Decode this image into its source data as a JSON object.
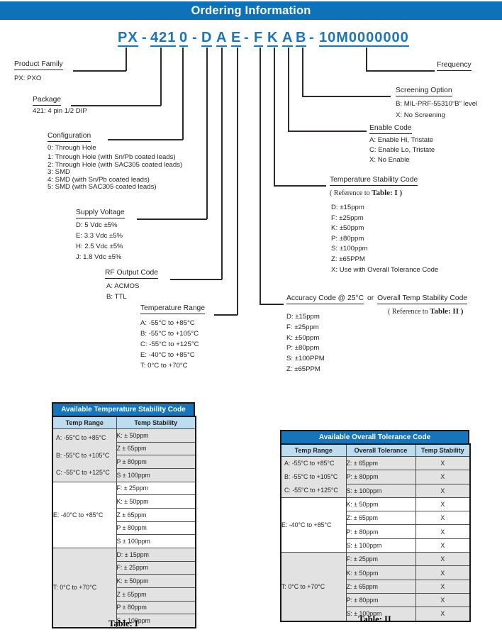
{
  "header": {
    "title": "Ordering Information"
  },
  "part_number": {
    "segments": [
      "PX",
      "-",
      "421",
      "0",
      "-",
      "D",
      "A",
      "E",
      "-",
      "F",
      "K",
      "A",
      "B",
      "-",
      "10M0000000"
    ]
  },
  "fields": {
    "product_family": {
      "label": "Product Family",
      "code": "PX: PXO"
    },
    "package": {
      "label": "Package",
      "code": "421: 4 pin 1/2 DIP"
    },
    "configuration": {
      "label": "Configuration",
      "first": "0: Through Hole",
      "items": [
        "1: Through Hole (with Sn/Pb coated leads)",
        "2: Through Hole (with SAC305 coated leads)",
        "3: SMD",
        "4: SMD (with Sn/Pb coated leads)",
        "5: SMD (with SAC305 coated leads)"
      ]
    },
    "supply_voltage": {
      "label": "Supply Voltage",
      "items": [
        "D: 5 Vdc ±5%",
        "E: 3.3 Vdc ±5%",
        "H: 2.5 Vdc ±5%",
        "J: 1.8 Vdc ±5%"
      ]
    },
    "rf_output_code": {
      "label": "RF Output Code",
      "items": [
        "A: ACMOS",
        "B: TTL"
      ]
    },
    "temperature_range": {
      "label": "Temperature Range",
      "items": [
        "A: -55°C to +85°C",
        "B: -55°C to +105°C",
        "C: -55°C to +125°C",
        "E: -40°C to +85°C",
        "T: 0°C to +70°C"
      ]
    },
    "frequency": {
      "label": "Frequency"
    },
    "screening_option": {
      "label": "Screening Option",
      "items": [
        "B: MIL-PRF-55310“B” level",
        "X: No Screening"
      ]
    },
    "enable_code": {
      "label": "Enable Code",
      "items": [
        "A: Enable Hi, Tristate",
        "C: Enable Lo, Tristate",
        "X: No Enable"
      ]
    },
    "temperature_stability_code": {
      "label": "Temperature Stability Code",
      "ref_prefix": "( Reference to",
      "ref_table": "Table: I )",
      "items": [
        "D: ±15ppm",
        "F: ±25ppm",
        "K: ±50ppm",
        "P: ±80ppm",
        "S: ±100ppm",
        "Z: ±65PPM",
        "X: Use with Overall Tolerance Code"
      ]
    },
    "accuracy_code": {
      "label_a": "Accuracy Code @ 25°C",
      "or": "or",
      "label_b": "Overall Temp Stability Code",
      "ref_prefix": "( Reference to",
      "ref_table": "Table: II )",
      "items": [
        "D: ±15ppm",
        "F: ±25ppm",
        "K: ±50ppm",
        "P: ±80ppm",
        "S: ±100PPM",
        "Z: ±65PPM"
      ]
    }
  },
  "tables": {
    "table1": {
      "title": "Available Temperature Stability Code",
      "columns": [
        "Temp Range",
        "Temp Stability"
      ],
      "caption": "Table: I",
      "groups": [
        {
          "range": [
            "A: -55°C to +85°C",
            "B: -55°C to +105°C",
            "C: -55°C to +125°C"
          ],
          "rows": [
            "K: ± 50ppm",
            "Z ± 65ppm",
            "P ± 80ppm",
            "S ± 100ppm"
          ]
        },
        {
          "range": [
            "E: -40°C to +85°C"
          ],
          "rows": [
            "F: ± 25ppm",
            "K: ± 50ppm",
            "Z ± 65ppm",
            "P ± 80ppm",
            "S ± 100ppm"
          ]
        },
        {
          "range": [
            "T: 0°C to +70°C"
          ],
          "rows": [
            "D: ± 15ppm",
            "F: ± 25ppm",
            "K: ± 50ppm",
            "Z ± 65ppm",
            "P ± 80ppm",
            "S ± 100ppm"
          ]
        }
      ]
    },
    "table2": {
      "title": "Available Overall Tolerance Code",
      "columns": [
        "Temp Range",
        "Overall Tolerance",
        "Temp Stability"
      ],
      "caption": "Table: II",
      "groups": [
        {
          "range": [
            "A: -55°C to +85°C",
            "B: -55°C to +105°C",
            "C: -55°C to +125°C"
          ],
          "rows": [
            {
              "tol": "Z: ± 65ppm",
              "mark": "X"
            },
            {
              "tol": "P: ± 80ppm",
              "mark": "X"
            },
            {
              "tol": "S: ± 100ppm",
              "mark": "X"
            }
          ]
        },
        {
          "range": [
            "E: -40°C to +85°C"
          ],
          "rows": [
            {
              "tol": "K: ± 50ppm",
              "mark": "X"
            },
            {
              "tol": "Z: ± 65ppm",
              "mark": "X"
            },
            {
              "tol": "P: ± 80ppm",
              "mark": "X"
            },
            {
              "tol": "S: ± 100ppm",
              "mark": "X"
            }
          ]
        },
        {
          "range": [
            "T: 0°C to +70°C"
          ],
          "rows": [
            {
              "tol": "F: ± 25ppm",
              "mark": "X"
            },
            {
              "tol": "K: ± 50ppm",
              "mark": "X"
            },
            {
              "tol": "Z: ± 65ppm",
              "mark": "X"
            },
            {
              "tol": "P: ± 80ppm",
              "mark": "X"
            },
            {
              "tol": "S: ± 100ppm",
              "mark": "X"
            }
          ]
        }
      ]
    }
  },
  "colors": {
    "header_blue": "#0d72b8",
    "part_number_blue": "#1b75bc",
    "table_title_blue": "#1574ba",
    "column_header_blue": "#bddcee",
    "shaded_cell_grey": "#e2e2e2",
    "line_color": "#2e2a2b"
  }
}
